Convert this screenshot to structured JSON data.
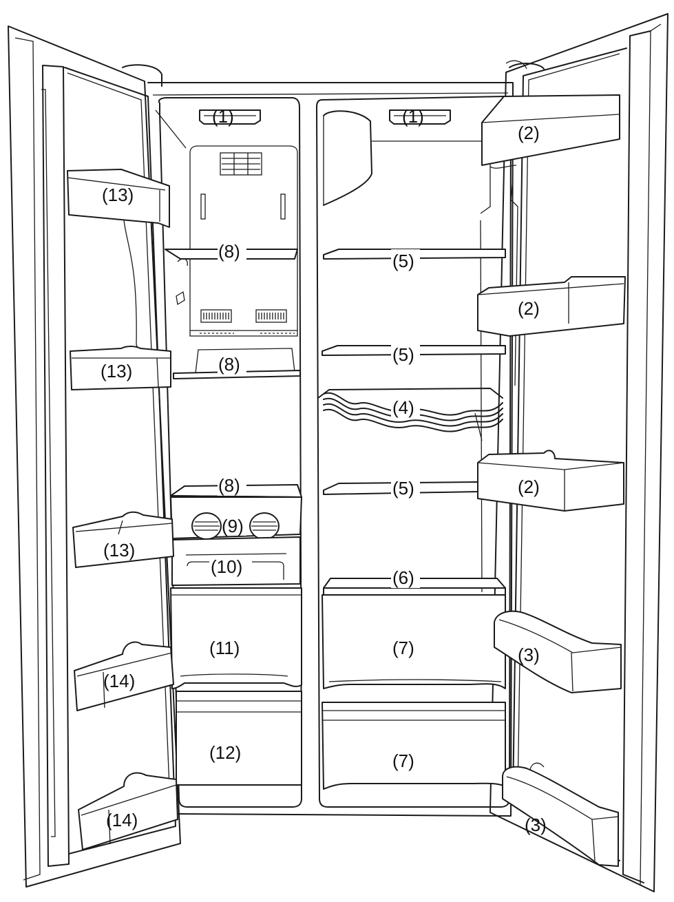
{
  "labels": {
    "l1a": "(1)",
    "l1b": "(1)",
    "l2a": "(2)",
    "l2b": "(2)",
    "l2c": "(2)",
    "l3a": "(3)",
    "l3b": "(3)",
    "l4": "(4)",
    "l5a": "(5)",
    "l5b": "(5)",
    "l5c": "(5)",
    "l6": "(6)",
    "l7a": "(7)",
    "l7b": "(7)",
    "l8a": "(8)",
    "l8b": "(8)",
    "l8c": "(8)",
    "l9": "(9)",
    "l10": "(10)",
    "l11": "(11)",
    "l12": "(12)",
    "l13a": "(13)",
    "l13b": "(13)",
    "l13c": "(13)",
    "l14a": "(14)",
    "l14b": "(14)"
  }
}
